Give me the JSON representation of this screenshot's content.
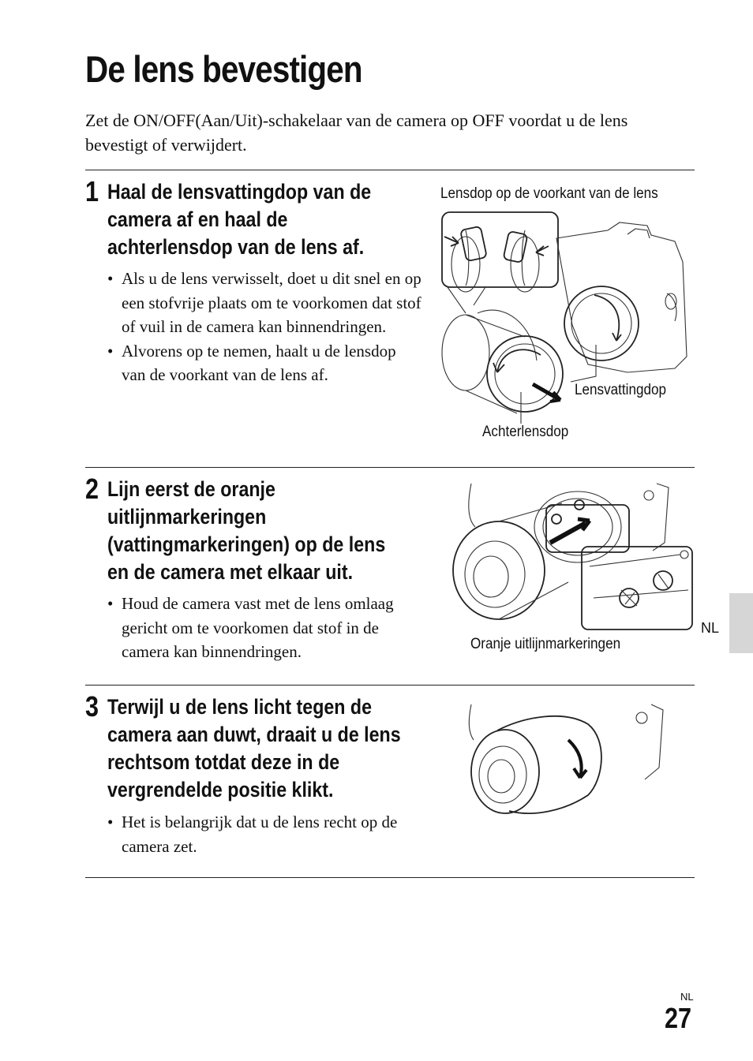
{
  "page": {
    "title": "De lens bevestigen",
    "intro": "Zet de ON/OFF(Aan/Uit)-schakelaar van de camera op OFF voordat u de lens bevestigt of verwijdert.",
    "side_tab_label": "NL",
    "page_label_small": "NL",
    "page_number": "27"
  },
  "steps": [
    {
      "number": "1",
      "heading_lines": [
        "Haal de lensvattingdop van de",
        "camera af en haal de",
        "achterlensdop van de lens af."
      ],
      "bullets": [
        "Als u de lens verwisselt, doet u dit snel en op een stofvrije plaats om te voorkomen dat stof of vuil in de camera kan binnendringen.",
        "Alvorens op te nemen, haalt u de lensdop van de voorkant van de lens af."
      ],
      "captions": [
        "Lensdop op de voorkant van de lens",
        "Lensvattingdop",
        "Achterlensdop"
      ]
    },
    {
      "number": "2",
      "heading_lines": [
        "Lijn eerst de oranje",
        "uitlijnmarkeringen",
        "(vattingmarkeringen) op de lens",
        "en de camera met elkaar uit."
      ],
      "bullets": [
        "Houd de camera vast met de lens omlaag gericht om te voorkomen dat stof in de camera kan binnendringen."
      ],
      "captions": [
        "Oranje uitlijnmarkeringen"
      ]
    },
    {
      "number": "3",
      "heading_lines": [
        "Terwijl u de lens licht tegen de",
        "camera aan duwt, draait u de lens",
        "rechtsom totdat deze in de",
        "vergrendelde positie klikt."
      ],
      "bullets": [
        "Het is belangrijk dat u de lens recht op de camera zet."
      ],
      "captions": []
    }
  ]
}
